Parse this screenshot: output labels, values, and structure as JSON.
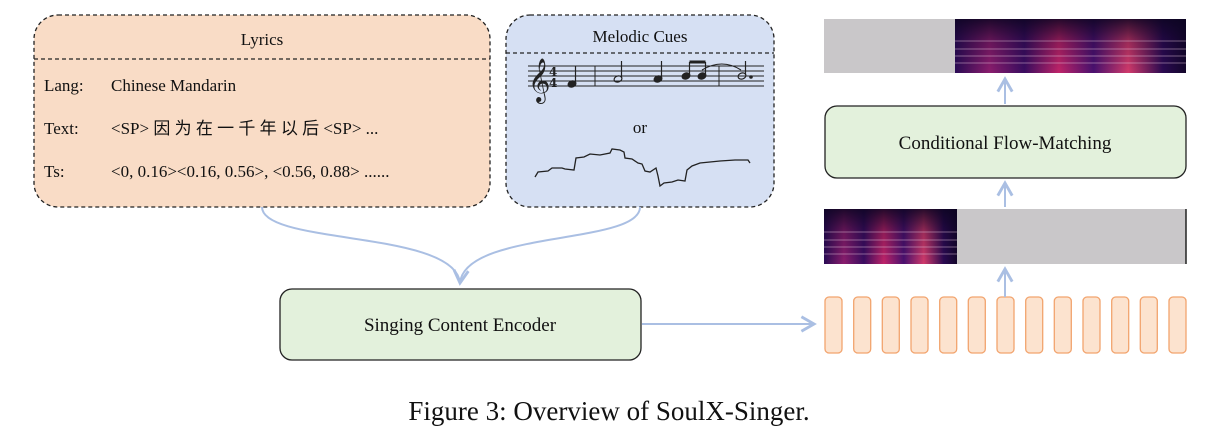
{
  "lyrics": {
    "title": "Lyrics",
    "lang_label": "Lang:",
    "lang_value": "Chinese Mandarin",
    "text_label": "Text:",
    "text_value": "<SP> 因 为 在 一 千 年 以 后 <SP> ...",
    "ts_label": "Ts:",
    "ts_value": "<0, 0.16><0.16, 0.56>, <0.56, 0.88> ......"
  },
  "melodic": {
    "title": "Melodic Cues",
    "or_label": "or"
  },
  "flow_matching": {
    "label": "Conditional Flow-Matching"
  },
  "encoder": {
    "label": "Singing Content Encoder"
  },
  "caption": "Figure 3: Overview of SoulX-Singer.",
  "colors": {
    "lyrics_fill": "#f9dcc6",
    "melodic_fill": "#d6e0f3",
    "module_fill": "#e3f1dc",
    "token_fill": "#fce3cf",
    "token_stroke": "#f2a46e",
    "arrow": "#aabfe3",
    "gray": "#c9c7c9"
  },
  "tokens": {
    "count": 13
  }
}
